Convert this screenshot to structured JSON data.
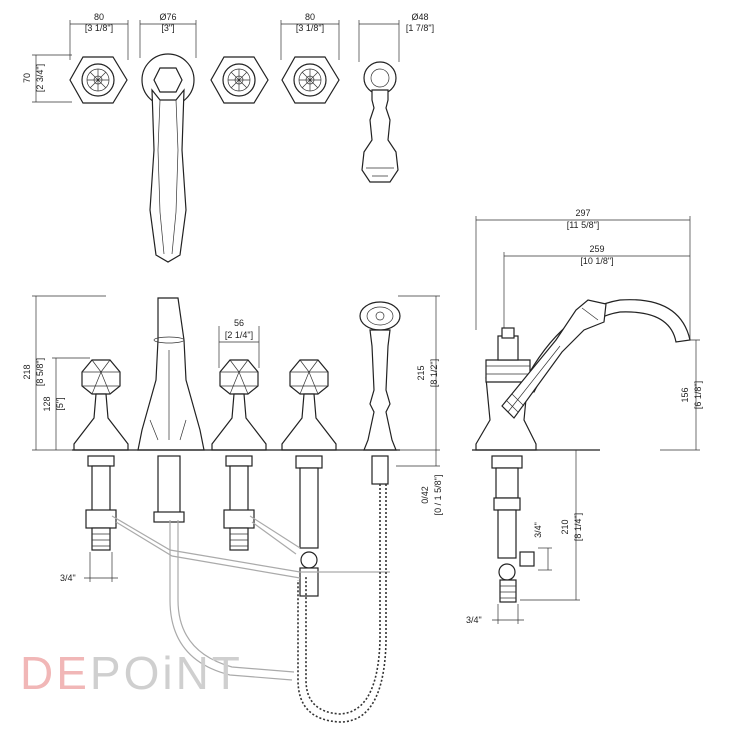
{
  "top_view": {
    "dim_handle1_width": "80",
    "dim_handle1_width_in": "[3 1/8\"]",
    "dim_spout_dia": "Ø76",
    "dim_spout_dia_in": "[3\"]",
    "dim_handle2_width": "80",
    "dim_handle2_width_in": "[3 1/8\"]",
    "dim_shower_dia": "Ø48",
    "dim_shower_dia_in": "[1 7/8\"]",
    "dim_handle_height": "70",
    "dim_handle_height_in": "[2 3/4\"]"
  },
  "front_view": {
    "dim_total_height": "218",
    "dim_total_height_in": "[8 5/8\"]",
    "dim_handle_height": "128",
    "dim_handle_height_in": "[5\"]",
    "dim_handle_spacing": "56",
    "dim_handle_spacing_in": "[2 1/4\"]",
    "dim_shower_height": "215",
    "dim_shower_height_in": "[8 1/2\"]",
    "dim_deck_thickness": "0/42",
    "dim_deck_thickness_in": "[0 / 1 5/8\"]",
    "dim_thread": "3/4\""
  },
  "side_view": {
    "dim_depth": "297",
    "dim_depth_in": "[11 5/8\"]",
    "dim_reach": "259",
    "dim_reach_in": "[10 1/8\"]",
    "dim_height": "156",
    "dim_height_in": "[6 1/8\"]",
    "dim_below_deck": "210",
    "dim_below_deck_in": "[8 1/4\"]",
    "dim_thread_side": "3/4\"",
    "dim_thread_bottom": "3/4\""
  },
  "logo": {
    "part1": "DE",
    "part2": "POiNT"
  }
}
